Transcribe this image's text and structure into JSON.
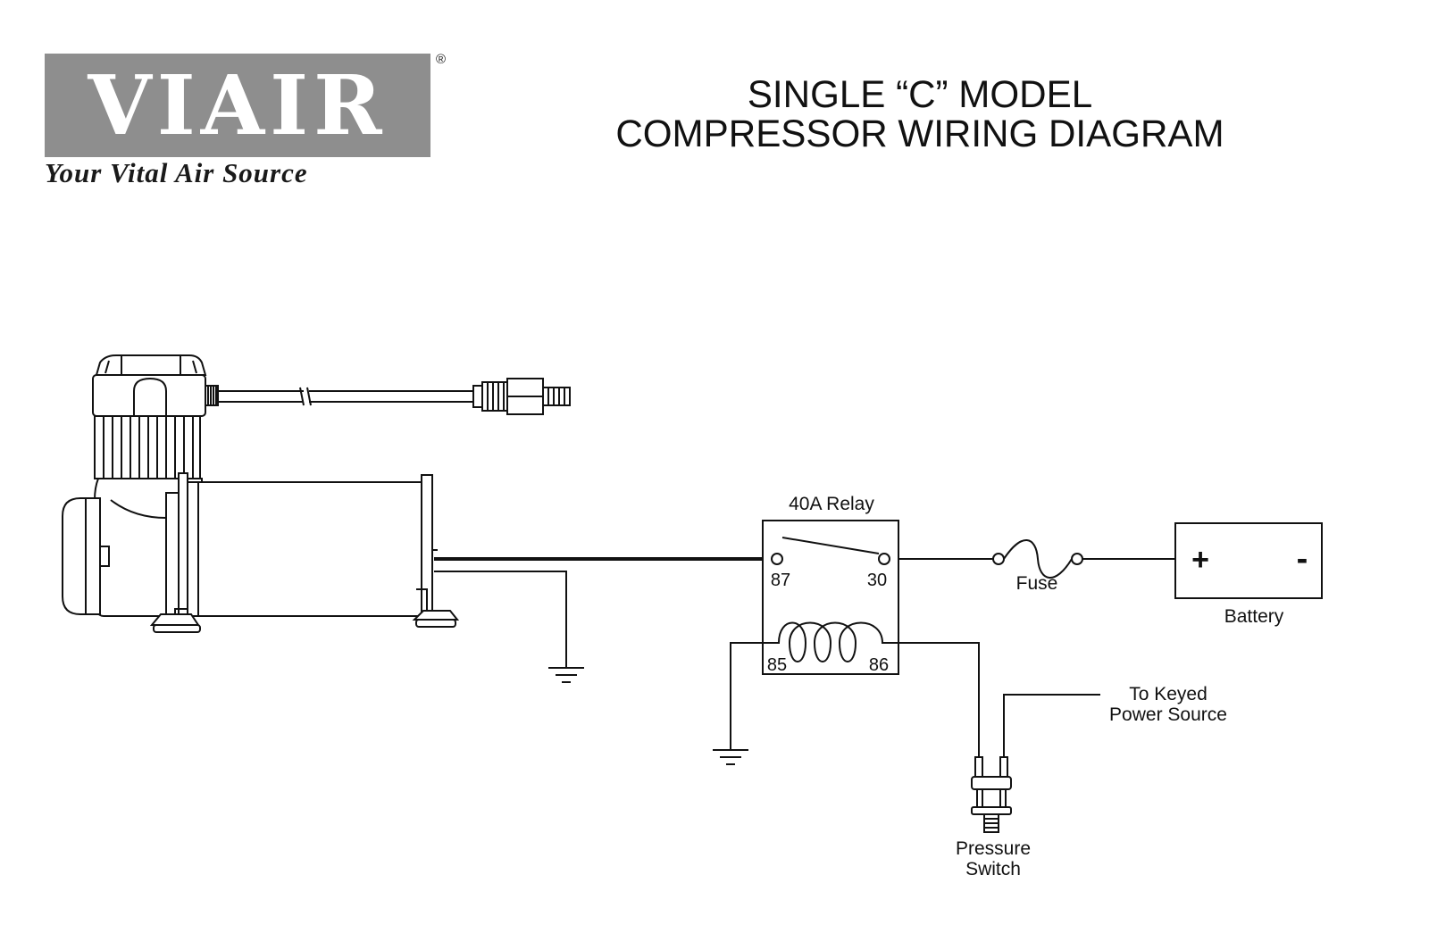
{
  "logo": {
    "wordmark": "VIAIR",
    "registered": "®",
    "tagline": "Your Vital Air Source"
  },
  "title": {
    "line1": "SINGLE “C” MODEL",
    "line2": "COMPRESSOR WIRING DIAGRAM"
  },
  "relay": {
    "label": "40A Relay",
    "pin_87": "87",
    "pin_30": "30",
    "pin_85": "85",
    "pin_86": "86"
  },
  "fuse": {
    "label": "Fuse"
  },
  "battery": {
    "label": "Battery",
    "positive": "+",
    "negative": "-"
  },
  "keyed_power": {
    "line1": "To Keyed",
    "line2": "Power Source"
  },
  "pressure_switch": {
    "line1": "Pressure",
    "line2": "Switch"
  },
  "colors": {
    "line": "#111111",
    "logo_gray": "#8e8e8e"
  }
}
